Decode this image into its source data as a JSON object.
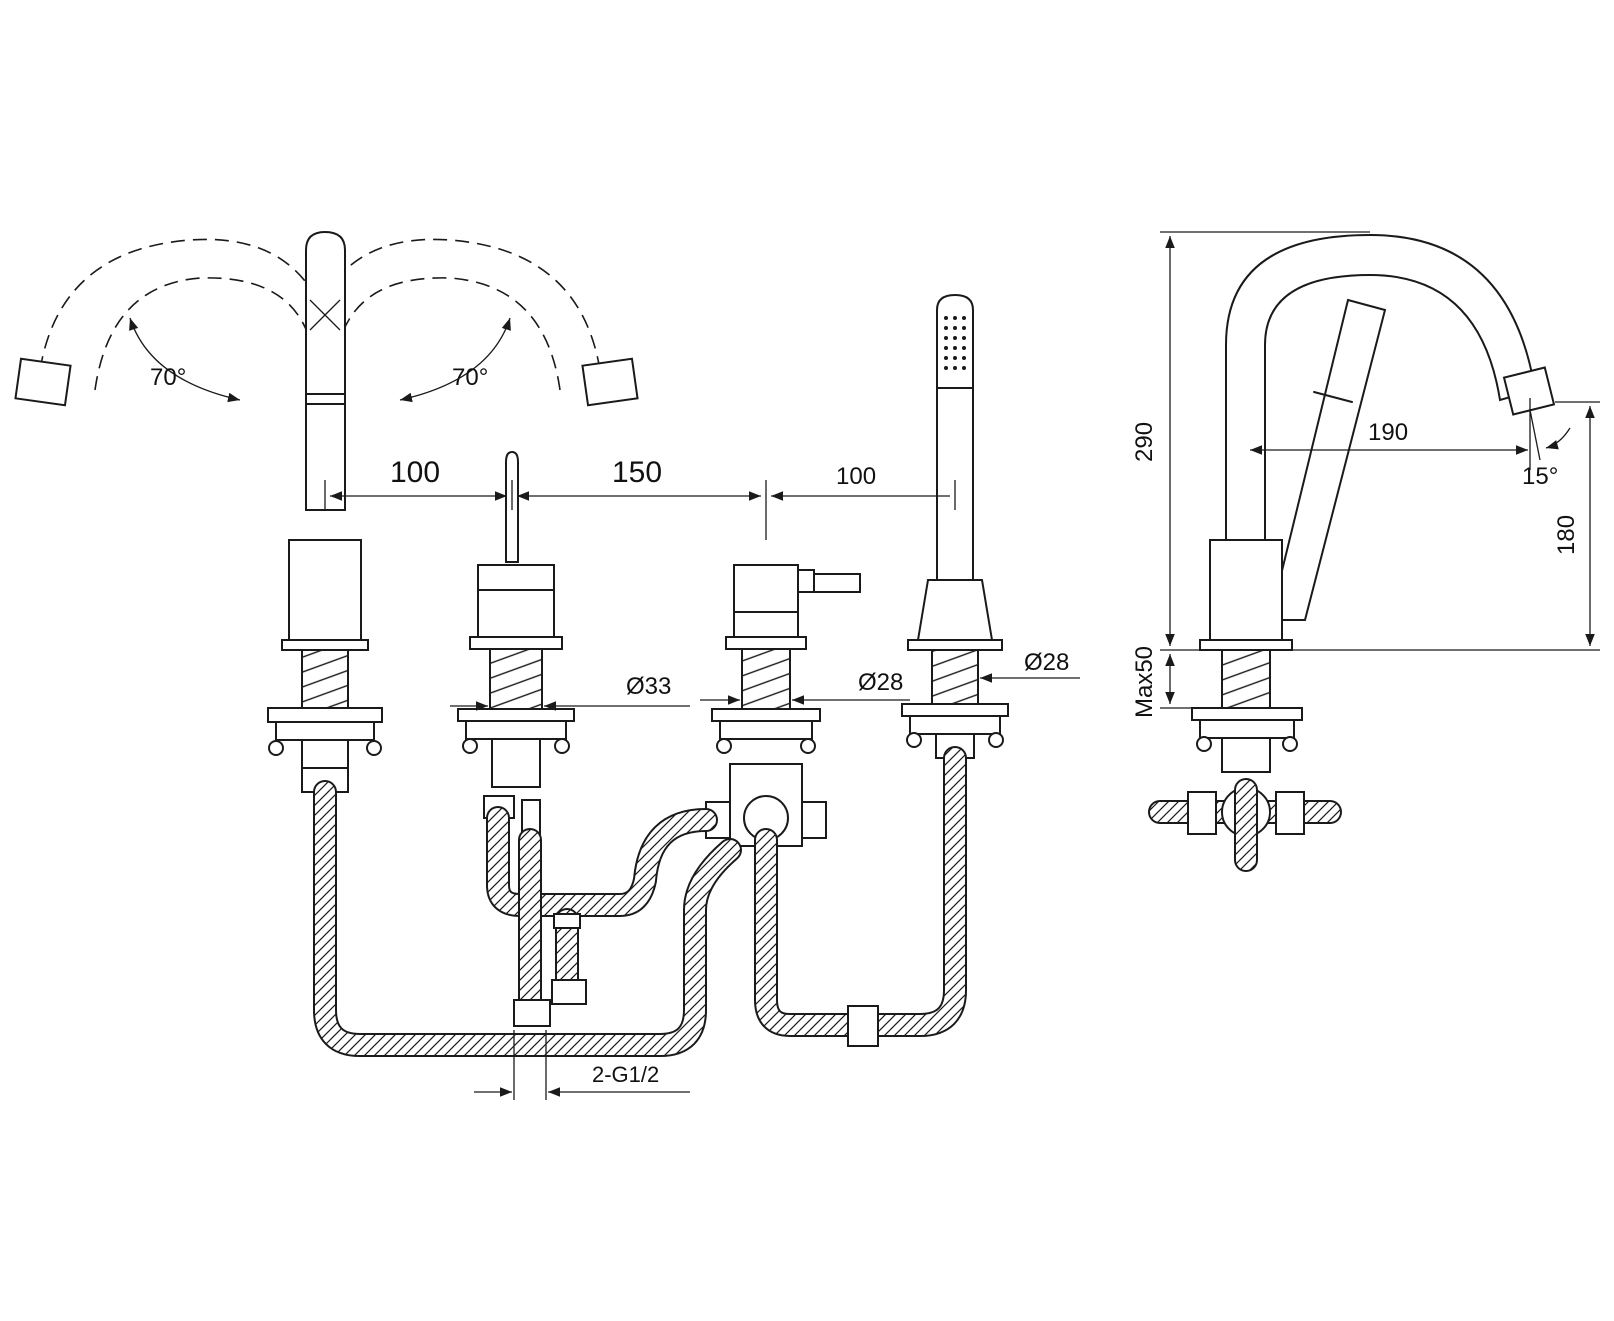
{
  "labels": {
    "angle_left": "70°",
    "angle_right": "70°",
    "dim_spout_to_valve": "100",
    "dim_valve_to_diverter": "150",
    "dim_diverter_to_shower": "100",
    "dia_valve": "Ø33",
    "dia_diverter": "Ø28",
    "dia_shower": "Ø28",
    "inlet_thread": "2-G1/2",
    "height_total": "290",
    "height_outlet": "180",
    "reach": "190",
    "spout_angle": "15°",
    "max_deck": "Max50"
  },
  "colors": {
    "line": "#1a1a1a",
    "background": "#ffffff"
  }
}
